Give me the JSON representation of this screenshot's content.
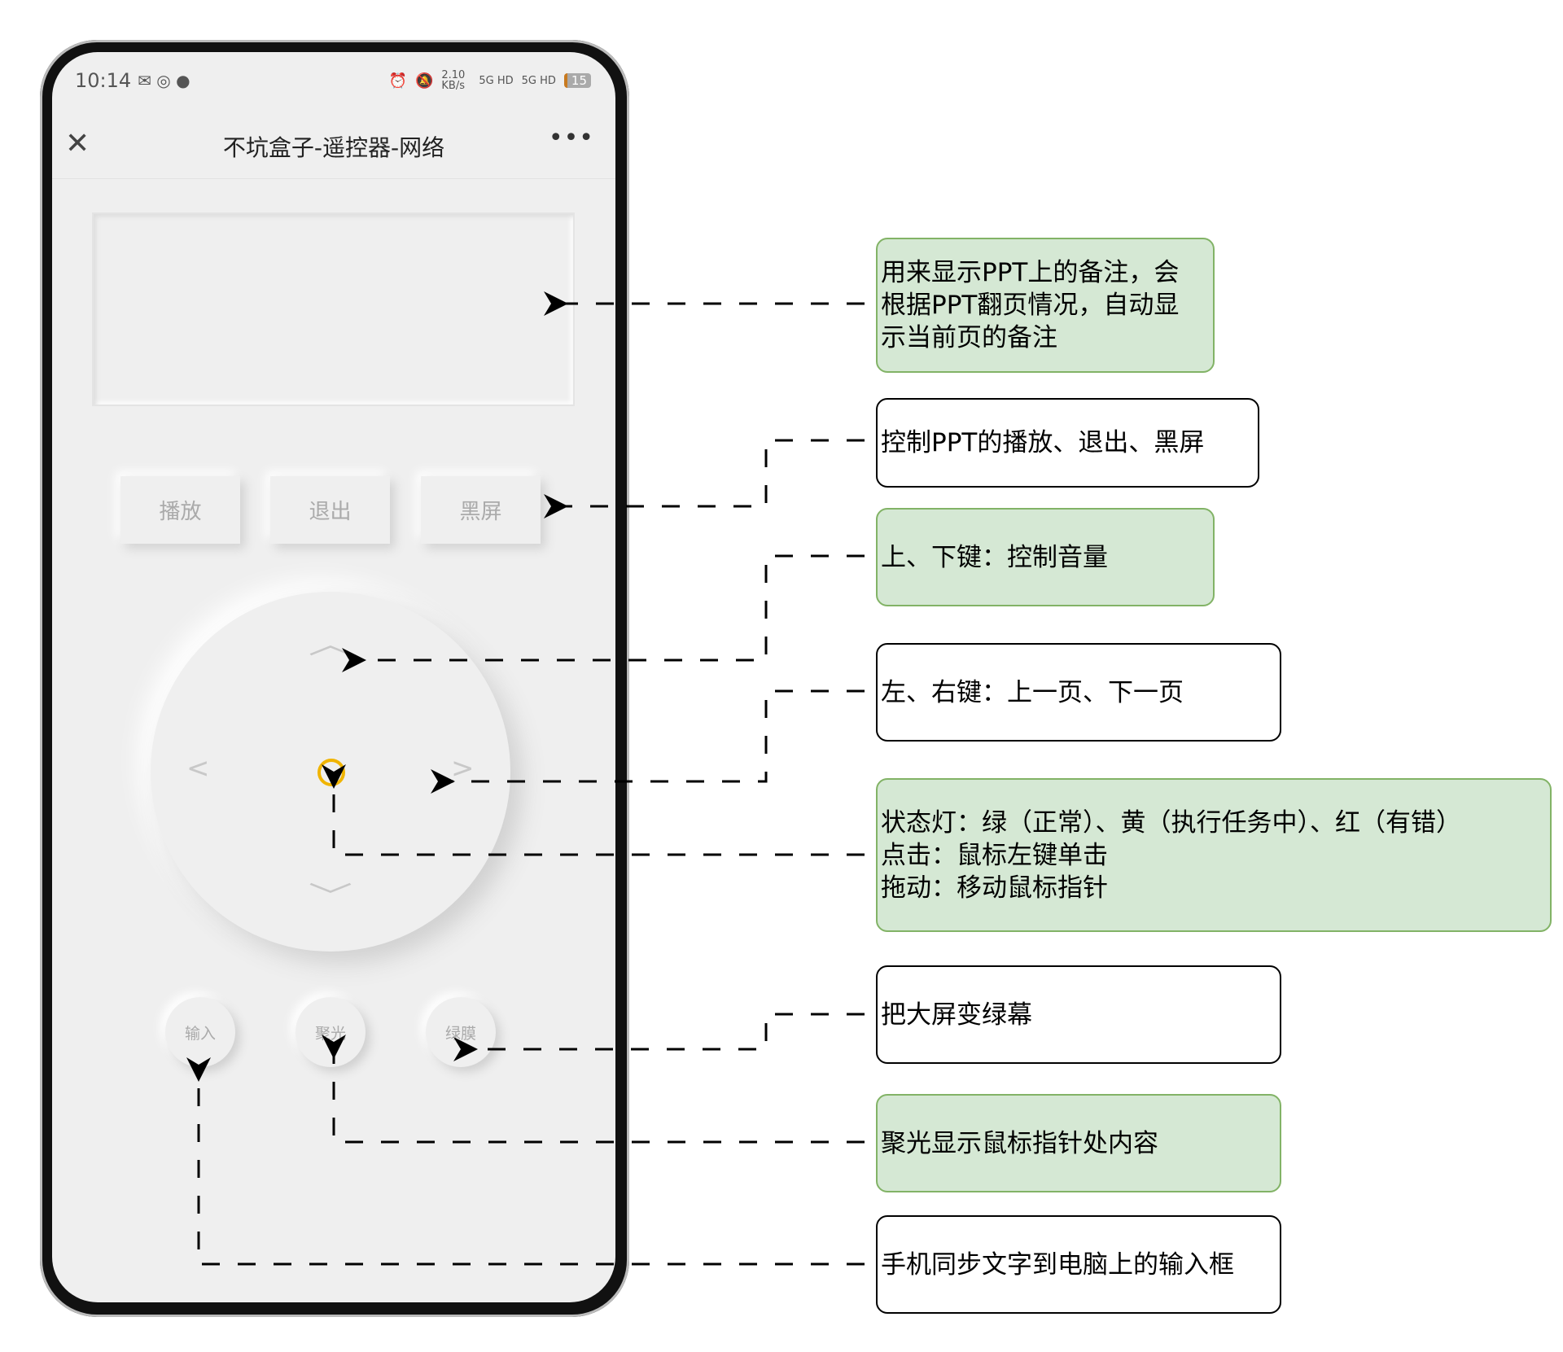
{
  "phone": {
    "status_bar": {
      "time": "10:14",
      "speed": "2.10 KB/s",
      "network1": "5G HD",
      "network2": "5G HD",
      "battery": "15"
    },
    "title_bar": {
      "title": "不坑盒子-遥控器-网络",
      "close": "✕",
      "more": "•••"
    },
    "buttons": [
      "播放",
      "退出",
      "黑屏"
    ],
    "round_buttons": [
      "输入",
      "聚光",
      "绿膜"
    ],
    "status_light_color": "#f0b400"
  },
  "annotations": [
    {
      "lines": [
        "用来显示PPT上的备注，会",
        "根据PPT翻页情况，自动显",
        "示当前页的备注"
      ]
    },
    {
      "lines": [
        "控制PPT的播放、退出、黑屏"
      ]
    },
    {
      "lines": [
        "上、下键：控制音量"
      ]
    },
    {
      "lines": [
        "左、右键：上一页、下一页"
      ]
    },
    {
      "lines": [
        "状态灯：绿（正常）、黄（执行任务中）、红（有错）",
        "点击：鼠标左键单击",
        "拖动：移动鼠标指针"
      ]
    },
    {
      "lines": [
        "把大屏变绿幕"
      ]
    },
    {
      "lines": [
        "聚光显示鼠标指针处内容"
      ]
    },
    {
      "lines": [
        "手机同步文字到电脑上的输入框"
      ]
    }
  ],
  "colors": {
    "green_fill": "#d5e8d4",
    "green_stroke": "#82b366"
  }
}
